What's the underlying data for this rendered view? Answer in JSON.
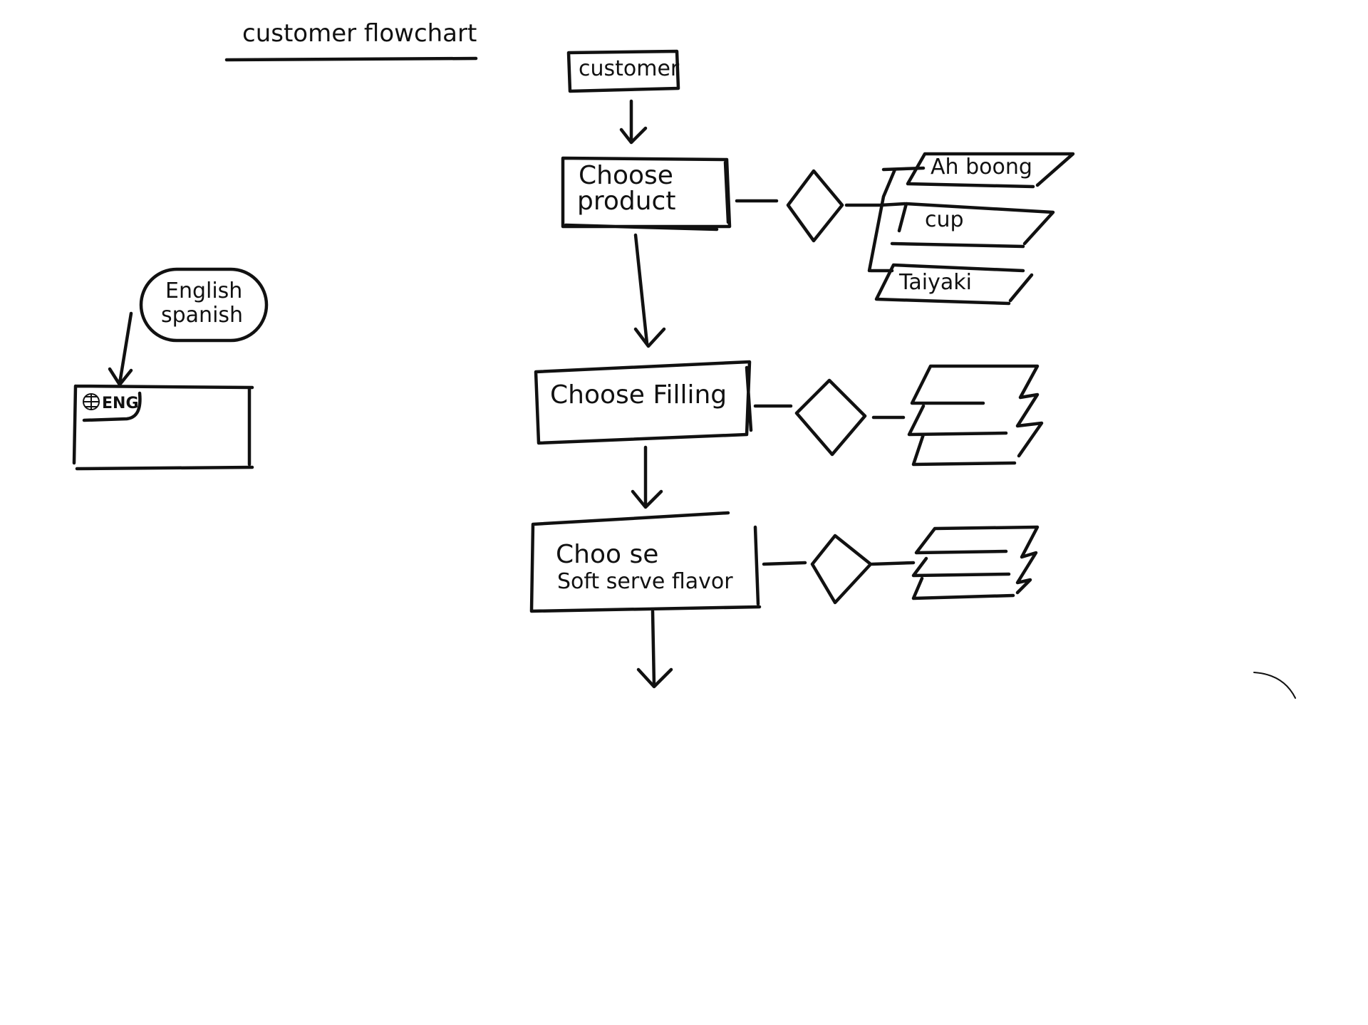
{
  "diagram": {
    "title": "customer   flowchart",
    "colors": {
      "ink": "#111111",
      "background": "#ffffff"
    },
    "language_bubble": {
      "lines": [
        "English",
        "spanish"
      ]
    },
    "language_box": {
      "globe_icon": "globe-icon",
      "label": "ENG"
    },
    "nodes": {
      "customer": "customer",
      "choose_product": [
        "Choose",
        "product"
      ],
      "choose_filling": "Choose  Filling",
      "choose_flavor": [
        "Choo se",
        "Soft serve flavor"
      ]
    },
    "product_options": [
      "Ah boong",
      "cup",
      "Taiyaki"
    ]
  }
}
